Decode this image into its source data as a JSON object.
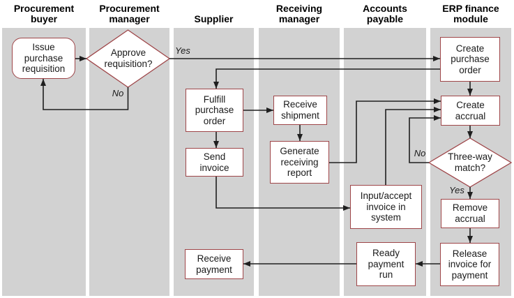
{
  "colors": {
    "lane_bg": "#d2d2d2",
    "node_border": "#9e4548",
    "line": "#1f1f1f",
    "text": "#1a1a1a"
  },
  "lanes": [
    {
      "id": "procurement-buyer",
      "label": "Procurement buyer"
    },
    {
      "id": "procurement-manager",
      "label": "Procurement manager"
    },
    {
      "id": "supplier",
      "label": "Supplier"
    },
    {
      "id": "receiving-manager",
      "label": "Receiving manager"
    },
    {
      "id": "accounts-payable",
      "label": "Accounts payable"
    },
    {
      "id": "erp-finance-module",
      "label": "ERP finance module"
    }
  ],
  "nodes": {
    "issue_purchase_requisition": {
      "label": "Issue purchase requisition",
      "type": "rounded",
      "lane": "Procurement buyer"
    },
    "approve_requisition": {
      "label": "Approve requisition?",
      "type": "decision",
      "lane": "Procurement manager"
    },
    "fulfill_purchase_order": {
      "label": "Fulfill purchase order",
      "type": "process",
      "lane": "Supplier"
    },
    "send_invoice": {
      "label": "Send invoice",
      "type": "process",
      "lane": "Supplier"
    },
    "receive_payment": {
      "label": "Receive payment",
      "type": "process",
      "lane": "Supplier"
    },
    "receive_shipment": {
      "label": "Receive shipment",
      "type": "process",
      "lane": "Receiving manager"
    },
    "generate_receiving_report": {
      "label": "Generate receiving report",
      "type": "process",
      "lane": "Receiving manager"
    },
    "input_accept_invoice": {
      "label": "Input/accept invoice in system",
      "type": "process",
      "lane": "Accounts payable"
    },
    "ready_payment_run": {
      "label": "Ready payment run",
      "type": "process",
      "lane": "Accounts payable"
    },
    "create_purchase_order": {
      "label": "Create purchase order",
      "type": "process",
      "lane": "ERP finance module"
    },
    "create_accrual": {
      "label": "Create accrual",
      "type": "process",
      "lane": "ERP finance module"
    },
    "three_way_match": {
      "label": "Three-way match?",
      "type": "decision",
      "lane": "ERP finance module"
    },
    "remove_accrual": {
      "label": "Remove accrual",
      "type": "process",
      "lane": "ERP finance module"
    },
    "release_invoice_for_payment": {
      "label": "Release invoice for payment",
      "type": "process",
      "lane": "ERP finance module"
    }
  },
  "edges": [
    {
      "from": "issue_purchase_requisition",
      "to": "approve_requisition"
    },
    {
      "from": "approve_requisition",
      "to": "create_purchase_order",
      "label": "Yes"
    },
    {
      "from": "approve_requisition",
      "to": "issue_purchase_requisition",
      "label": "No"
    },
    {
      "from": "create_purchase_order",
      "to": "fulfill_purchase_order"
    },
    {
      "from": "fulfill_purchase_order",
      "to": "receive_shipment"
    },
    {
      "from": "receive_shipment",
      "to": "generate_receiving_report"
    },
    {
      "from": "generate_receiving_report",
      "to": "create_accrual"
    },
    {
      "from": "fulfill_purchase_order",
      "to": "send_invoice"
    },
    {
      "from": "send_invoice",
      "to": "input_accept_invoice"
    },
    {
      "from": "input_accept_invoice",
      "to": "create_accrual"
    },
    {
      "from": "create_purchase_order",
      "to": "create_accrual"
    },
    {
      "from": "create_accrual",
      "to": "three_way_match"
    },
    {
      "from": "three_way_match",
      "to": "create_accrual",
      "label": "No"
    },
    {
      "from": "three_way_match",
      "to": "remove_accrual",
      "label": "Yes"
    },
    {
      "from": "remove_accrual",
      "to": "release_invoice_for_payment"
    },
    {
      "from": "release_invoice_for_payment",
      "to": "ready_payment_run"
    },
    {
      "from": "ready_payment_run",
      "to": "receive_payment"
    }
  ]
}
